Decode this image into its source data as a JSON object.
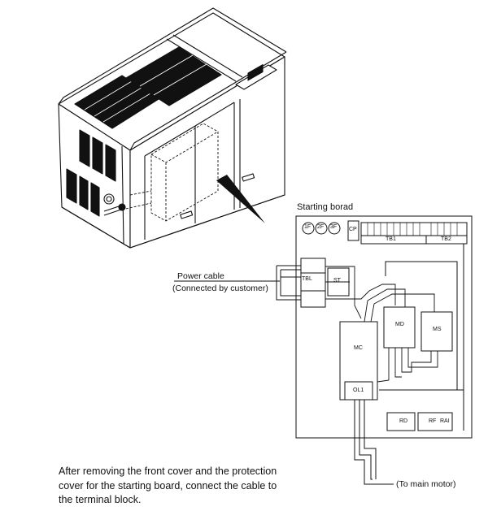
{
  "labels": {
    "starting_board": "Starting borad",
    "power_cable": "Power cable",
    "connected_by_customer": "(Connected by customer)",
    "to_main_motor": "(To main motor)"
  },
  "board": {
    "fuses": [
      "1F",
      "2F",
      "3F"
    ],
    "cp": "CP",
    "tb1": "TB1",
    "tb2": "TB2",
    "tbl": "TBL",
    "st": "ST",
    "mc": "MC",
    "md": "MD",
    "ms": "MS",
    "ol1": "OL1",
    "bottom_relays": [
      "RD",
      "RF",
      "RAI"
    ]
  },
  "instruction": [
    "After removing the front cover and the protection",
    "cover for the starting board, connect the cable to",
    "the terminal block."
  ]
}
